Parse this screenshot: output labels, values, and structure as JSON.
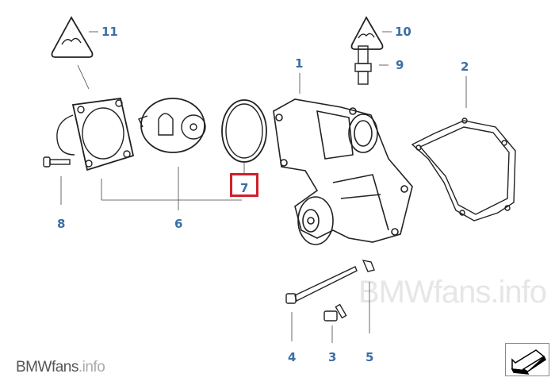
{
  "watermark": "BMWfans.info",
  "logo": {
    "brand": "BMW",
    "mid": "fans",
    "tld": ".info"
  },
  "callouts": [
    {
      "id": "11",
      "label": "11"
    },
    {
      "id": "10",
      "label": "10"
    },
    {
      "id": "1",
      "label": "1"
    },
    {
      "id": "9",
      "label": "9"
    },
    {
      "id": "2",
      "label": "2"
    },
    {
      "id": "7",
      "label": "7",
      "highlighted": true
    },
    {
      "id": "8",
      "label": "8"
    },
    {
      "id": "6",
      "label": "6"
    },
    {
      "id": "4",
      "label": "4"
    },
    {
      "id": "3",
      "label": "3"
    },
    {
      "id": "5",
      "label": "5"
    }
  ],
  "colors": {
    "callout": "#3b6fa6",
    "highlight": "#d0202a"
  },
  "back_icon": "arrow-back-icon"
}
